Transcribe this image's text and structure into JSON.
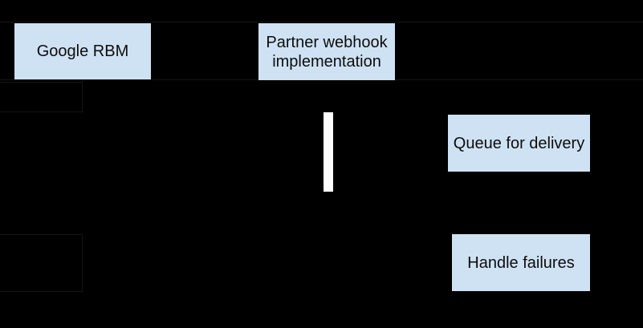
{
  "diagram": {
    "kind": "sequence-flow-diagram",
    "colors": {
      "background": "#000000",
      "node_fill": "#cfe2f3",
      "node_text": "#0d0d0d",
      "activation_fill": "#ffffff",
      "hidden_edge": "#15151a"
    },
    "nodes": [
      {
        "id": "google-rbm",
        "label": "Google RBM"
      },
      {
        "id": "partner-webhook",
        "label": "Partner webhook implementation"
      },
      {
        "id": "queue-for-delivery",
        "label": "Queue for delivery"
      },
      {
        "id": "handle-failures",
        "label": "Handle failures"
      }
    ],
    "activation_bar": {
      "description": "white vertical activation bar under partner webhook lifeline"
    }
  }
}
